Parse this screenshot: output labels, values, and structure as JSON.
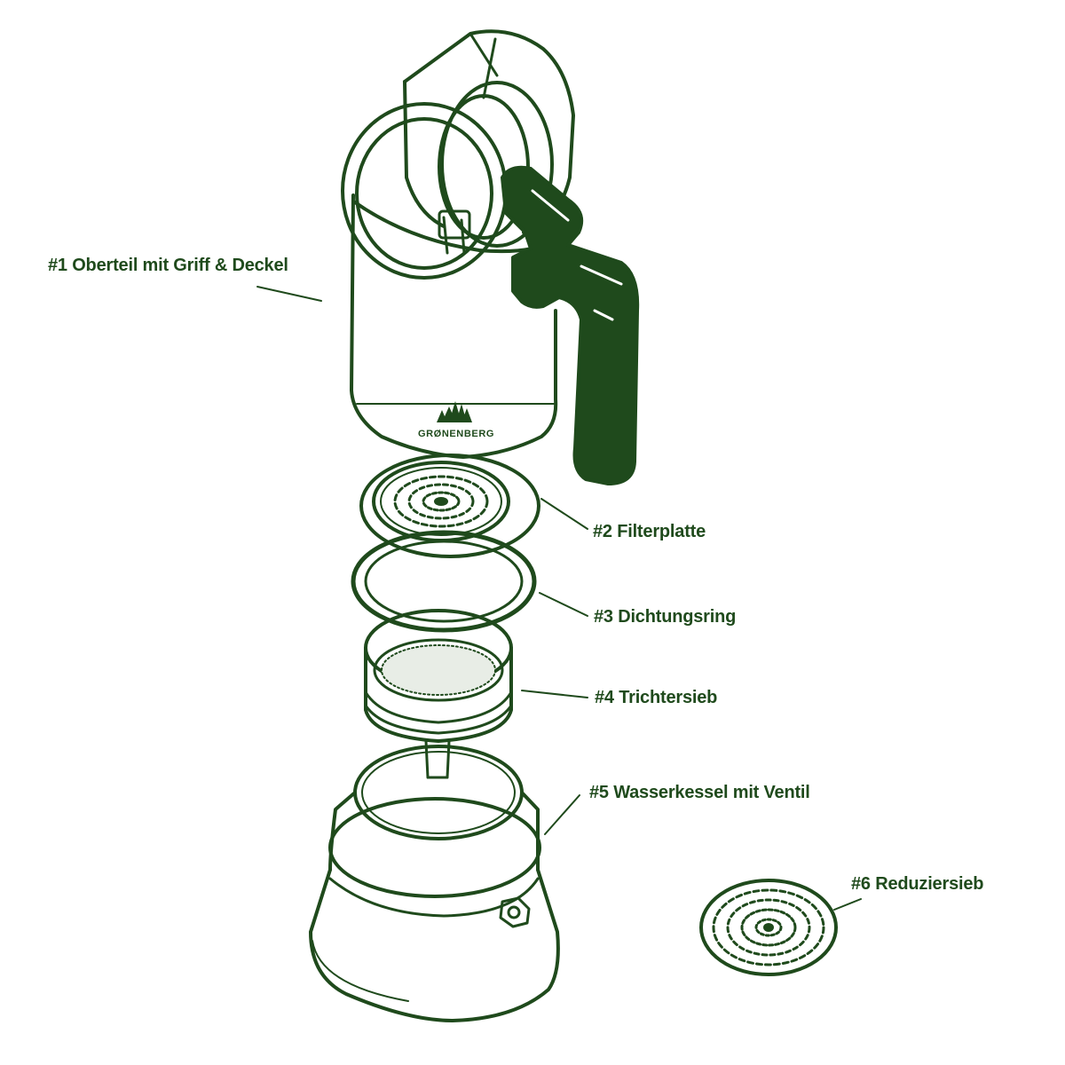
{
  "colors": {
    "ink": "#1f4a1c",
    "background": "#ffffff"
  },
  "brand": {
    "name": "GRØNENBERG",
    "logo_icon": "fir-trees-icon"
  },
  "parts": [
    {
      "label": "#1 Oberteil mit Griff & Deckel"
    },
    {
      "label": "#2 Filterplatte"
    },
    {
      "label": "#3 Dichtungsring"
    },
    {
      "label": "#4 Trichtersieb"
    },
    {
      "label": "#5 Wasserkessel mit Ventil"
    },
    {
      "label": "#6 Reduziersieb"
    }
  ]
}
